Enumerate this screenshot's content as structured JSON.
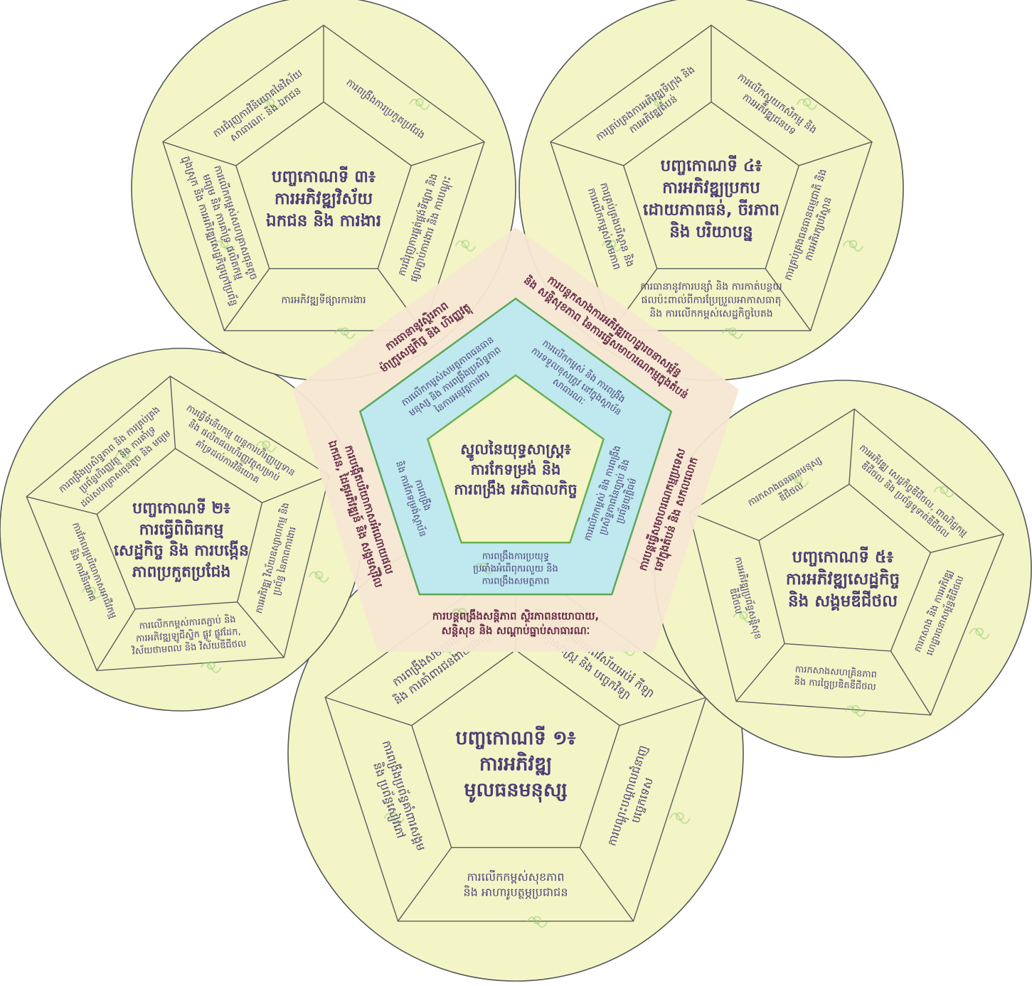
{
  "center": {
    "title": [
      "ស្នូលនៃយុទ្ធសាស្ត្រ៖",
      "ការកែទម្រង់ និង",
      "ការពង្រឹង អភិបាលកិច្ច"
    ]
  },
  "inner_ring": [
    [
      "ការលើកកម្ពស់ និង ការពង្រឹង",
      "ការទទួលខុសត្រូវ នៅក្នុងស្ថាប័ន",
      "សាធារណៈ"
    ],
    [
      "ការលើកកម្ពស់ និង ការពង្រឹង",
      "ប្រសិទ្ធភាពនៃច្បាប់ និង",
      "ប្រព័ន្ធយុត្តិធម៌"
    ],
    [
      "ការពង្រឹងការប្រយុទ្ធ",
      "ប្រឆាំងអំពើពុករលួយ និង",
      "ការពង្រឹងសមត្ថភាព"
    ],
    [
      "ការពង្រឹង",
      "និង ការកែទម្រង់ស្ថាប័ន"
    ],
    [
      "ការលើកកម្ពស់សមត្ថភាពធនធាន",
      "មនុស្ស និង ការពង្រឹងប្រសិទ្ធភាព",
      "នៃការអនុវត្តការងារ"
    ]
  ],
  "environment": [
    [
      "ការបន្តកសាងការអភិវឌ្ឍហេដ្ឋារចនាសម្ព័ន្ធ",
      "និង សន្តិសុខភាព នៃការធ្វើសមាហរណកម្មក្នុងតំបន់"
    ],
    [
      "ការបន្តធ្វើសមាហរណកម្មប្រទេស",
      "ទៅក្នុងតំបន់ និង សកលលោក"
    ],
    [
      "ការបន្តពង្រឹងសន្តិភាព ស្ថិរភាពនយោបាយ,",
      "សន្តិសុខ និង សណ្តាប់ធ្នាប់សាធារណៈ"
    ],
    [
      "ការបង្កើតបរិយាកាសអំណោយផល",
      "ឯកជន, ដៃគូអភិវឌ្ឍន៍ និង សង្គមស៊ីវិល"
    ],
    [
      "ការធានានូវស្ថិរភាព",
      "ម៉ាក្រូសេដ្ឋកិច្ច និង ហិរញ្ញវត្ថុ"
    ]
  ],
  "rectangles": [
    {
      "title": [
        "បញ្ចកោណទី ១៖",
        "ការអភិវឌ្ឍ",
        "មូលធនមនុស្ស"
      ],
      "sides": [
        [
          "ការពង្រឹងគុណភាពវិស័យអប់រំ កីឡា",
          "វិទ្យាសាស្ត្រ និង បច្ចេកវិទ្យា"
        ],
        [
          "ការបណ្តុះបណ្តាលជំនាញ",
          "បច្ចេកទេស"
        ],
        [
          "ការលើកកម្ពស់សុខភាព",
          "និង អាហារូបត្ថម្ភប្រជាជន"
        ],
        [
          "ការពង្រឹងប្រព័ន្ធគាំពារសង្គម",
          "និង ប្រព័ន្ធសៀវភៅ"
        ],
        [
          "ការពង្រឹងសមភាពយេនឌ័រ",
          "និង ការគាំពារជនងាយរងគ្រោះ"
        ]
      ]
    },
    {
      "title": [
        "បញ្ចកោណទី ២៖",
        "ការធ្វើពិពិធកម្ម",
        "សេដ្ឋកិច្ច និង ការបង្កើន",
        "ភាពប្រកួតប្រជែង"
      ],
      "sides": [
        [
          "ការធ្វើទំនើបកម្ម យន្តការហិរញ្ញប្បទាន",
          "និង ផលិតផលហិរញ្ញវត្ថុសម្រាប់",
          "គាំទ្រដល់ការវិនិយោគ"
        ],
        [
          "ការអភិវឌ្ឍ វិស័យឧស្សាហកម្ម និង",
          "ប្រព័ន្ធ នៃភាពការងារ"
        ],
        [
          "ការលើកកម្ពស់ការតភ្ជាប់ និង",
          "ការអភិវឌ្ឍឡូជីស្ទិក ផ្លូវ ផ្លូវដែក,",
          "វិស័យថាមពល និង វិស័យឌីជីថល"
        ],
        [
          "ការកែលម្អបរិយាកាសអាជីវកម្ម",
          "និង ការវិនិយោគ"
        ],
        [
          "ការពង្រឹងប្រសិទ្ធភាព និង ការគ្រប់គ្រង",
          "ប្រព័ន្ធហិរញ្ញវត្ថុ និង ការគាំទ្រ",
          "ដល់សហគ្រាសធុនតូច និង មធ្យម"
        ]
      ]
    },
    {
      "title": [
        "បញ្ចកោណទី ៣៖",
        "ការអភិវឌ្ឍវិស័យ",
        "ឯកជន និង ការងារ"
      ],
      "sides": [
        [
          "ការពង្រឹងការប្រកួតប្រជែង"
        ],
        [
          "ការជំរុញការផ្គត់ផ្គង់ទីផ្សារ និង",
          "ផ្សារភ្ជាប់ការងារ និង ការបណ្តុះ"
        ],
        [
          "ការអភិវឌ្ឍទីផ្សារការងារ"
        ],
        [
          "ការលើកកម្ពស់សហគ្រាសធុនតូច",
          "មធ្យម និង ការគាំទ្រ ផលិតកម្ម",
          "ក្នុងស្រុក និង ការអភិវឌ្ឍសេដ្ឋកិច្ចក្រៅប្រព័ន្ធ"
        ],
        [
          "ការជំរុញការវិនិយោគនៃវិស័យ",
          "សាធារណៈ និង ឯកជន"
        ]
      ]
    },
    {
      "title": [
        "បញ្ចកោណទី ៤៖",
        "ការអភិវឌ្ឍប្រកប",
        "ដោយភាពធន់, ចីរភាព",
        "និង បរិយាបន្ន"
      ],
      "sides": [
        [
          "ការលើកស្ទួយកសិកម្ម និង",
          "ការអភិវឌ្ឍជនបទ"
        ],
        [
          "ការគ្រប់គ្រងធនធានធម្មជាតិ និង",
          "ការអភិរក្សបរិស្ថាន"
        ],
        [
          "ការធានានូវការបន្សាំ និង ការកាត់បន្ថយ",
          "ផលប៉ះពាល់ពីការប្រែប្រួលអាកាសធាតុ",
          "និង ការលើកកម្ពស់សេដ្ឋកិច្ចបៃតង"
        ],
        [
          "ការគ្រប់គ្រងបរិស្ថាន និង",
          "ការលើកកម្ពស់សមភាព"
        ],
        [
          "ការគ្រប់គ្រងការអភិវឌ្ឍទីក្រុង និង",
          "ការអភិវឌ្ឍតំបន់"
        ]
      ]
    },
    {
      "title": [
        "បញ្ចកោណទី ៥៖",
        "ការអភិវឌ្ឍសេដ្ឋកិច្ច",
        "និង សង្គមឌីជីថល"
      ],
      "sides": [
        [
          "ការអភិវឌ្ឍ សេដ្ឋកិច្ចឌីជីថល, ពាណិជ្ជកម្ម",
          "ឌីជីថល និង ប្រព័ន្ធទូទាត់ឌីជីថល"
        ],
        [
          "ការកសាង និង ការអភិវឌ្ឍ",
          "ហេដ្ឋារចនាសម្ព័ន្ធឌីជីថល"
        ],
        [
          "ការកសាងសហគ្រិនភាព",
          "និង ការច្នៃប្រឌិតឌីជីថល"
        ],
        [
          "ការអភិវឌ្ឍប្រព័ន្ធសន្តិសុខ",
          "ឌីជីថល"
        ],
        [
          "ការកសាងធនធានមនុស្ស",
          "ឌីជីថល"
        ]
      ]
    }
  ]
}
